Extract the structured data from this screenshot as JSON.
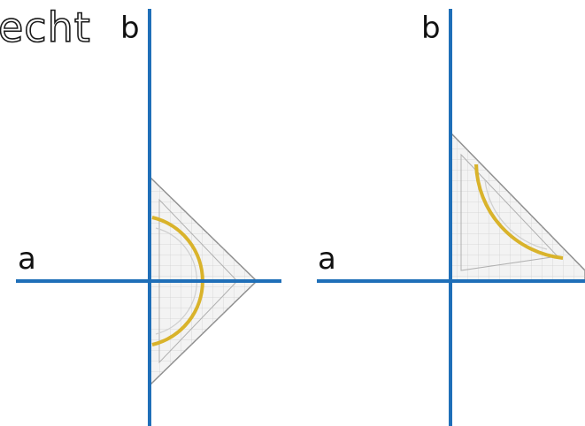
{
  "title_fragment": "echt",
  "labels": {
    "left_vertical": "b",
    "right_vertical": "b",
    "left_horizontal": "a",
    "right_horizontal": "a"
  },
  "colors": {
    "axis_line": "#1f6fb8",
    "protractor_arc": "#d8b12a",
    "triangle_stroke": "#9a9a9a",
    "triangle_fill": "#f2f2f2"
  },
  "icons": {
    "set_square": "set-square-protractor-icon"
  }
}
